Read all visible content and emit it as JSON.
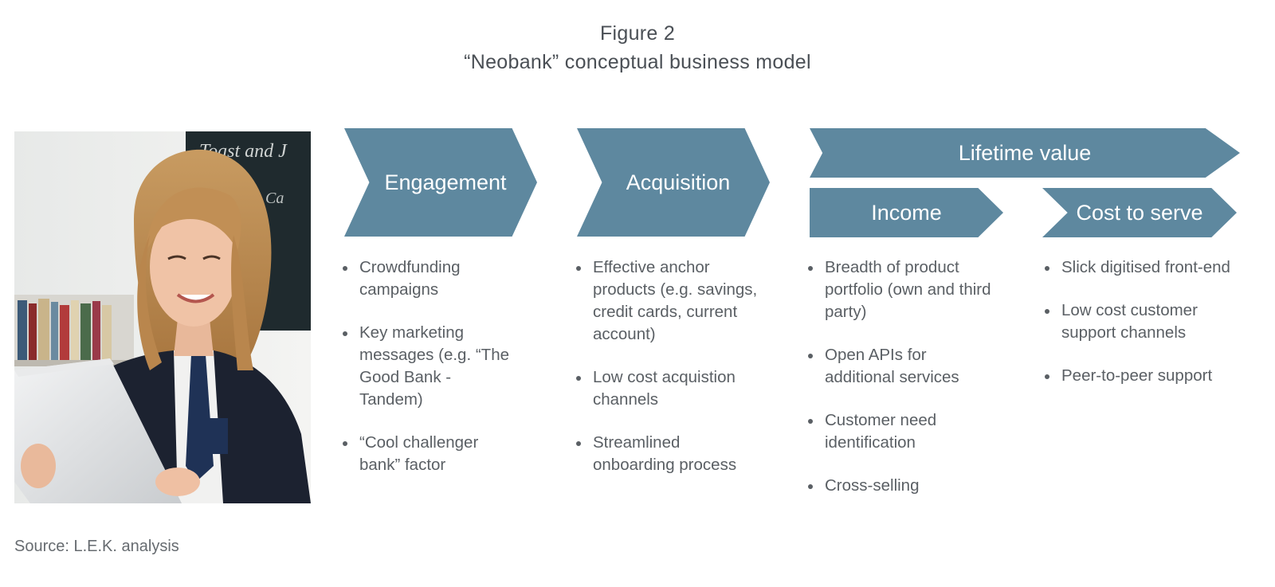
{
  "figure": {
    "number": "Figure 2",
    "title": "“Neobank” conceptual business model"
  },
  "stages": {
    "engagement": {
      "label": "Engagement",
      "items": [
        "Crowdfunding campaigns",
        "Key marketing messages (e.g. “The Good Bank - Tandem)",
        "“Cool challenger bank” factor"
      ]
    },
    "acquisition": {
      "label": "Acquisition",
      "items": [
        "Effective anchor products (e.g. savings, credit cards, current account)",
        "Low cost acquistion channels",
        "Streamlined onboarding process"
      ]
    },
    "lifetime_value": {
      "label": "Lifetime value"
    },
    "income": {
      "label": "Income",
      "items": [
        "Breadth of product portfolio (own and third party)",
        "Open APIs for additional services",
        "Customer need identification",
        "Cross-selling"
      ]
    },
    "cost_to_serve": {
      "label": "Cost to serve",
      "items": [
        "Slick digitised front-end",
        "Low cost customer support channels",
        "Peer-to-peer support"
      ]
    }
  },
  "source": "Source: L.E.K. analysis",
  "colors": {
    "chevron": "#5e889f",
    "text": "#555a5f"
  }
}
